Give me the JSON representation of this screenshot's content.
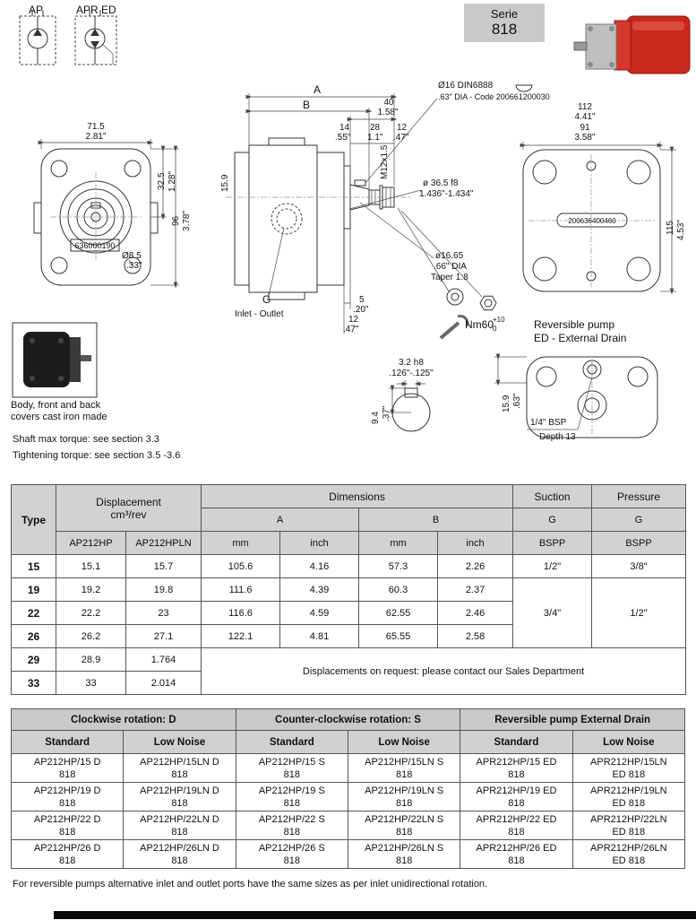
{
  "page": {
    "serie_label": "Serie",
    "serie_number": "818",
    "footnote": "For reversible pumps alternative inlet and outlet ports have the same sizes as per inlet unidirectional rotation."
  },
  "symbols": {
    "ap": "AP",
    "apr_ed": "APR ED"
  },
  "info": {
    "cast_caption_1": "Body, front and back",
    "cast_caption_2": "covers cast iron made",
    "shaft_torque": "Shaft max torque: see section 3.3",
    "tightening_torque": "Tightening torque: see section 3.5 -3.6"
  },
  "front_view": {
    "w_mm": "71.5",
    "w_in": "2.81\"",
    "pilot_mm": "32.5",
    "pilot_in": "1.28\"",
    "h_mm": "96",
    "h_in": "3.78\"",
    "hole": "Ø8.5",
    "hole_in": ".33\"",
    "code": "636000190"
  },
  "side_view": {
    "dim_a": "A",
    "dim_b": "B",
    "d40": "40",
    "d40_in": "1.58\"",
    "d14": "14",
    "d14_in": ".55\"",
    "d28": "28",
    "d28_in": "1.1\"",
    "d12": "12",
    "d12_in": ".47\"",
    "thread": "M12x1.5",
    "d159": "15.9",
    "key_line1": "Ø16 DIN6888",
    "key_line2": ".63\" DIA - Code 200661200030",
    "spigot": "ø 36.5 f8",
    "spigot_in": "1.436\"-1.434\"",
    "shaft1": "ø16.65",
    "shaft2": ".66\" DIA",
    "shaft3": "Taper 1:8",
    "d5": "5",
    "d5_in": ".20\"",
    "d12b": "12",
    "d12b_in": ".47\"",
    "port_g": "G",
    "port_label": "Inlet - Outlet",
    "torque": "Nm60",
    "torque_sup": "+10",
    "torque_sub": "0"
  },
  "back_view": {
    "d112": "112",
    "d112_in": "4.41\"",
    "d91": "91",
    "d91_in": "3.58\"",
    "d115": "115",
    "d115_in": "4.53\"",
    "code": "200636400460"
  },
  "ed_view": {
    "title1": "Reversible pump",
    "title2": "ED - External Drain",
    "d159": "15.9",
    "d159_in": ".63\"",
    "port": "1/4\" BSP",
    "depth": "Depth 13"
  },
  "key_detail": {
    "d32": "3.2 h8",
    "d32_in": ".126\"-.125\"",
    "d94": "9.4",
    "d94_in": ".37\""
  },
  "table1": {
    "h_type": "Type",
    "h_displacement": "Displacement",
    "h_displacement_unit": "cm³/rev",
    "h_dimensions": "Dimensions",
    "h_a": "A",
    "h_b": "B",
    "h_mm": "mm",
    "h_inch": "inch",
    "h_suction": "Suction",
    "h_pressure": "Pressure",
    "h_g": "G",
    "h_bspp": "BSPP",
    "h_ap212hp": "AP212HP",
    "h_ap212hpln": "AP212HPLN",
    "rows": [
      {
        "type": "15",
        "d1": "15.1",
        "d2": "15.7",
        "a_mm": "105.6",
        "a_in": "4.16",
        "b_mm": "57.3",
        "b_in": "2.26"
      },
      {
        "type": "19",
        "d1": "19.2",
        "d2": "19.8",
        "a_mm": "111.6",
        "a_in": "4.39",
        "b_mm": "60.3",
        "b_in": "2.37"
      },
      {
        "type": "22",
        "d1": "22.2",
        "d2": "23",
        "a_mm": "116.6",
        "a_in": "4.59",
        "b_mm": "62.55",
        "b_in": "2.46"
      },
      {
        "type": "26",
        "d1": "26.2",
        "d2": "27.1",
        "a_mm": "122.1",
        "a_in": "4.81",
        "b_mm": "65.55",
        "b_in": "2.58"
      },
      {
        "type": "29",
        "d1": "28.9",
        "d2": "1.764"
      },
      {
        "type": "33",
        "d1": "33",
        "d2": "2.014"
      }
    ],
    "suction_row15": "1/2\"",
    "pressure_row15": "3/8\"",
    "suction_rows19_26": "3/4\"",
    "pressure_rows19_26": "1/2\"",
    "request_note": "Displacements on request: please contact our Sales Department"
  },
  "table2": {
    "g1": "Clockwise rotation: D",
    "g2": "Counter-clockwise rotation: S",
    "g3": "Reversible pump External Drain",
    "sub_standard": "Standard",
    "sub_low_noise": "Low Noise",
    "rows": [
      [
        {
          "l1": "AP212HP/15 D",
          "l2": "818"
        },
        {
          "l1": "AP212HP/15LN D",
          "l2": "818"
        },
        {
          "l1": "AP212HP/15 S",
          "l2": "818"
        },
        {
          "l1": "AP212HP/15LN S",
          "l2": "818"
        },
        {
          "l1": "APR212HP/15 ED",
          "l2": "818"
        },
        {
          "l1": "APR212HP/15LN",
          "l2": "ED 818"
        }
      ],
      [
        {
          "l1": "AP212HP/19 D",
          "l2": "818"
        },
        {
          "l1": "AP212HP/19LN D",
          "l2": "818"
        },
        {
          "l1": "AP212HP/19 S",
          "l2": "818"
        },
        {
          "l1": "AP212HP/19LN S",
          "l2": "818"
        },
        {
          "l1": "APR212HP/19 ED",
          "l2": "818"
        },
        {
          "l1": "APR212HP/19LN",
          "l2": "ED 818"
        }
      ],
      [
        {
          "l1": "AP212HP/22 D",
          "l2": "818"
        },
        {
          "l1": "AP212HP/22LN D",
          "l2": "818"
        },
        {
          "l1": "AP212HP/22 S",
          "l2": "818"
        },
        {
          "l1": "AP212HP/22LN S",
          "l2": "818"
        },
        {
          "l1": "APR212HP/22 ED",
          "l2": "818"
        },
        {
          "l1": "APR212HP/22LN",
          "l2": "ED 818"
        }
      ],
      [
        {
          "l1": "AP212HP/26 D",
          "l2": "818"
        },
        {
          "l1": "AP212HP/26LN D",
          "l2": "818"
        },
        {
          "l1": "AP212HP/26 S",
          "l2": "818"
        },
        {
          "l1": "AP212HP/26LN S",
          "l2": "818"
        },
        {
          "l1": "APR212HP/26 ED",
          "l2": "818"
        },
        {
          "l1": "APR212HP/26LN",
          "l2": "ED 818"
        }
      ]
    ]
  }
}
